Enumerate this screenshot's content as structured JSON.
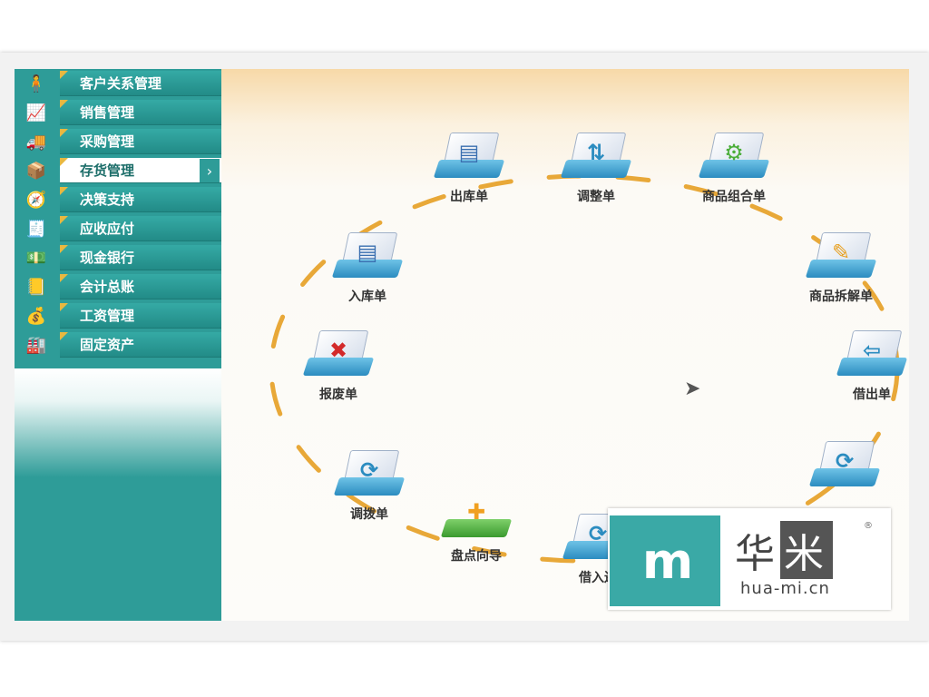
{
  "sidebar": {
    "items": [
      {
        "label": "客户关系管理",
        "icon": "customer-icon"
      },
      {
        "label": "销售管理",
        "icon": "sales-chart-icon"
      },
      {
        "label": "采购管理",
        "icon": "truck-icon"
      },
      {
        "label": "存货管理",
        "icon": "inventory-icon",
        "active": true
      },
      {
        "label": "决策支持",
        "icon": "decision-icon"
      },
      {
        "label": "应收应付",
        "icon": "receivable-icon"
      },
      {
        "label": "现金银行",
        "icon": "cash-icon"
      },
      {
        "label": "会计总账",
        "icon": "ledger-icon"
      },
      {
        "label": "工资管理",
        "icon": "salary-icon"
      },
      {
        "label": "固定资产",
        "icon": "asset-icon"
      }
    ],
    "active_arrow": "›"
  },
  "nodes": [
    {
      "label": "出库单",
      "icon": "outbound-icon",
      "glyph": "▤",
      "color": "#3a6fb0"
    },
    {
      "label": "调整单",
      "icon": "adjust-icon",
      "glyph": "⇅",
      "color": "#2b8cc0"
    },
    {
      "label": "商品组合单",
      "icon": "combine-gears-icon",
      "glyph": "⚙",
      "color": "#4cae3a"
    },
    {
      "label": "入库单",
      "icon": "inbound-icon",
      "glyph": "▤",
      "color": "#3a6fb0"
    },
    {
      "label": "商品拆解单",
      "icon": "disassemble-icon",
      "glyph": "✎",
      "color": "#e8a020"
    },
    {
      "label": "报废单",
      "icon": "scrap-x-icon",
      "glyph": "✖",
      "color": "#d32a2a"
    },
    {
      "label": "借出单",
      "icon": "lend-out-icon",
      "glyph": "⇦",
      "color": "#2b8cc0"
    },
    {
      "label": "调拨单",
      "icon": "transfer-icon",
      "glyph": "⟳",
      "color": "#2b8cc0"
    },
    {
      "label": "盘点向导",
      "icon": "stocktake-wizard-icon",
      "glyph": "✚",
      "color": "#f0a020"
    },
    {
      "label": "借入还",
      "icon": "borrow-return-icon",
      "glyph": "⟳",
      "color": "#2b8cc0"
    },
    {
      "label": "",
      "icon": "return-icon",
      "glyph": "⟳",
      "color": "#2b8cc0"
    }
  ],
  "watermark": {
    "logo": "m",
    "cn_hua": "华",
    "cn_mi": "米",
    "reg": "®",
    "url": "hua-mi.cn"
  },
  "colors": {
    "teal": "#2e9c98",
    "path_orange": "#e8a838"
  }
}
